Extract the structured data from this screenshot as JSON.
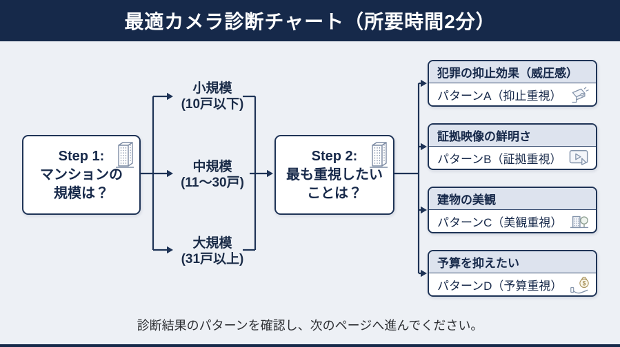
{
  "title": "最適カメラ診断チャート（所要時間2分）",
  "colors": {
    "header_bg": "#16294a",
    "page_bg": "#edf0f5",
    "line": "#1e3356",
    "box_border": "#1e3356",
    "result_header_bg": "#dde3ee",
    "text_navy": "#17294a",
    "icon_gray": "#8494ab"
  },
  "step1": {
    "lines": [
      "Step 1:",
      "マンションの",
      "規模は？"
    ],
    "icon": "building-icon"
  },
  "step2": {
    "lines": [
      "Step 2:",
      "最も重視したい",
      "ことは？"
    ],
    "icon": "building-icon"
  },
  "branches": [
    {
      "label": "小規模",
      "sub": "(10戸以下)"
    },
    {
      "label": "中規模",
      "sub": "(11〜30戸)"
    },
    {
      "label": "大規模",
      "sub": "(31戸以上)"
    }
  ],
  "results": [
    {
      "title": "犯罪の抑止効果（威圧感）",
      "pattern": "パターンA（抑止重視）",
      "icon": "cctv-camera-icon"
    },
    {
      "title": "証拠映像の鮮明さ",
      "pattern": "パターンB（証拠重視）",
      "icon": "video-monitor-icon"
    },
    {
      "title": "建物の美観",
      "pattern": "パターンC（美観重視）",
      "icon": "building-tree-icon"
    },
    {
      "title": "予算を抑えたい",
      "pattern": "パターンD（予算重視）",
      "icon": "money-hand-icon"
    }
  ],
  "footer": "診断結果のパターンを確認し、次のページへ進んでください。",
  "icons": {
    "dollar_glyph": "$"
  }
}
